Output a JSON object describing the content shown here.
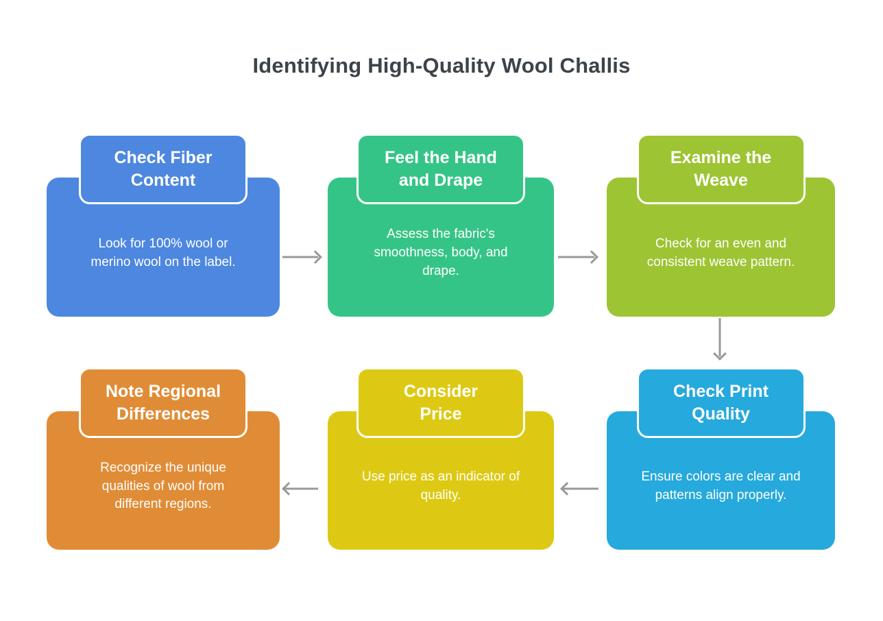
{
  "title": "Identifying High-Quality Wool Challis",
  "colors": {
    "background": "#ffffff",
    "title_text": "#3c434b",
    "node_text": "#ffffff",
    "arrow": "#999999"
  },
  "nodes": [
    {
      "title": "Check Fiber\nContent",
      "description": "Look for 100% wool or merino wool on the label.",
      "color": "#4d87e0"
    },
    {
      "title": "Feel the Hand\nand Drape",
      "description": "Assess the fabric's smoothness, body, and drape.",
      "color": "#35c487"
    },
    {
      "title": "Examine the\nWeave",
      "description": "Check for an even and consistent weave pattern.",
      "color": "#9dc433"
    },
    {
      "title": "Check Print\nQuality",
      "description": "Ensure colors are clear and patterns align properly.",
      "color": "#26a9dc"
    },
    {
      "title": "Consider\nPrice",
      "description": "Use price as an indicator of quality.",
      "color": "#ddc913"
    },
    {
      "title": "Note Regional\nDifferences",
      "description": "Recognize the unique qualities of wool from different regions.",
      "color": "#e08c36"
    }
  ],
  "arrows": [
    {
      "name": "arrow-fiber-to-hand",
      "direction": "right"
    },
    {
      "name": "arrow-hand-to-weave",
      "direction": "right"
    },
    {
      "name": "arrow-weave-to-print",
      "direction": "down"
    },
    {
      "name": "arrow-print-to-price",
      "direction": "left"
    },
    {
      "name": "arrow-price-to-regional",
      "direction": "left"
    }
  ]
}
